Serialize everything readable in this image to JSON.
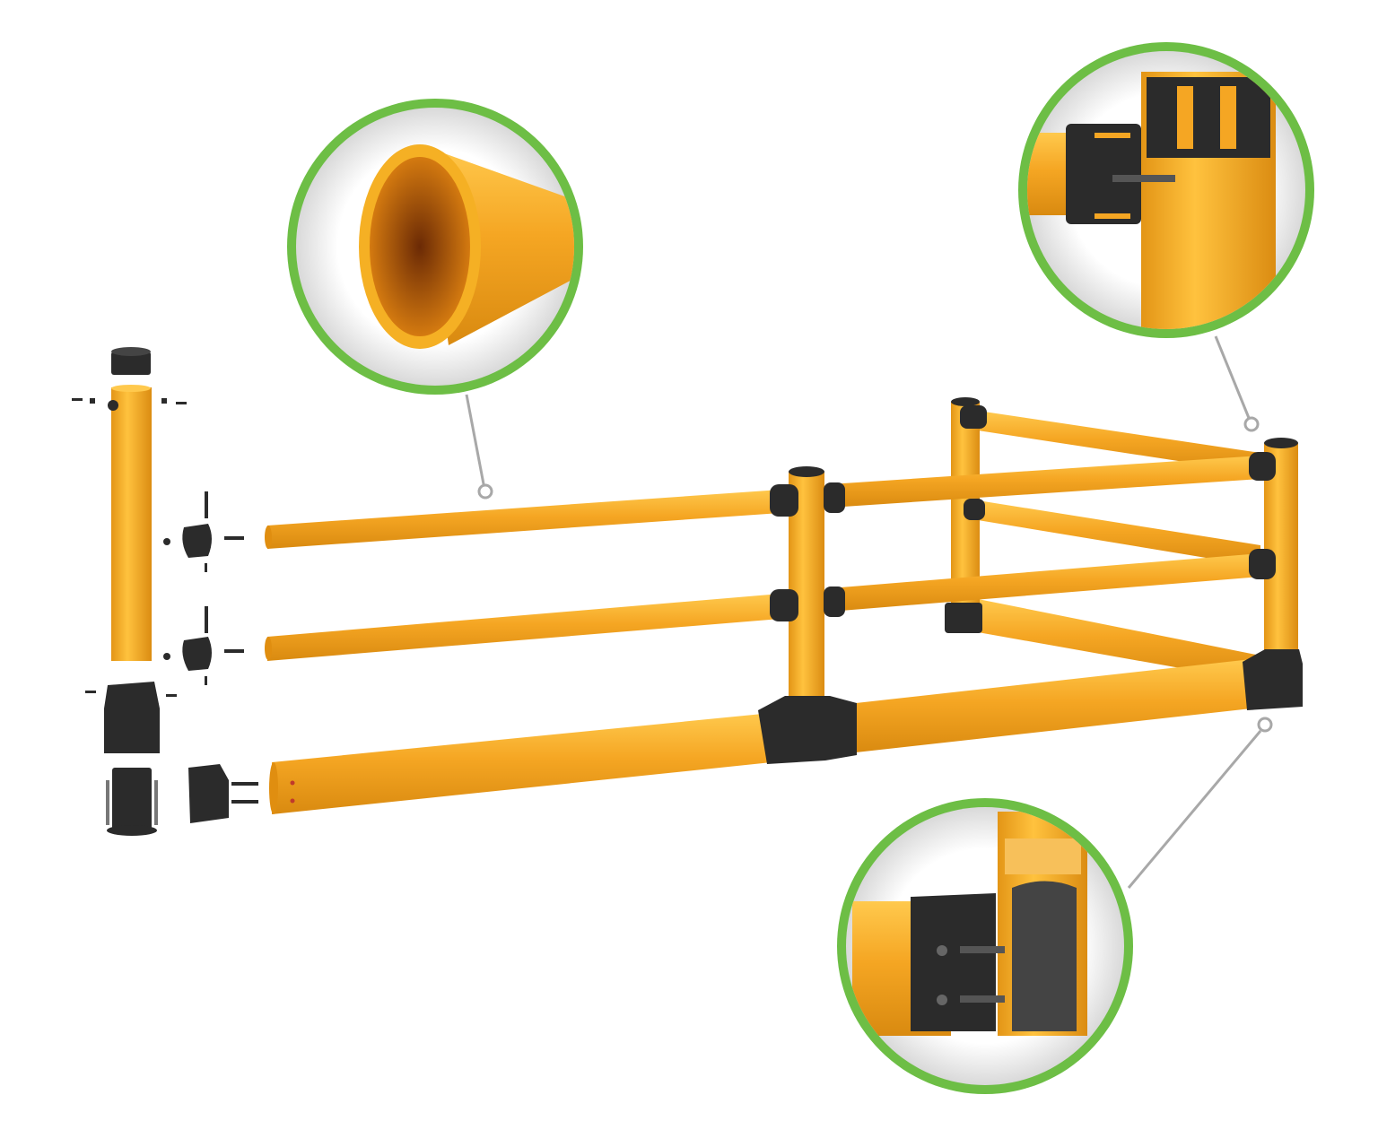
{
  "diagram": {
    "kind": "exploded-product-illustration",
    "colors": {
      "tube": "#F5A623",
      "tube_shade": "#D98A10",
      "tube_highlight": "#FFC94D",
      "fitting": "#2B2B2B",
      "callout_ring": "#6DBE45",
      "leader_line": "#A8A8A8",
      "background": "#FFFFFF"
    },
    "callouts": [
      {
        "id": "tube-end-detail",
        "icon": "tube-cross-section"
      },
      {
        "id": "corner-fitting-detail",
        "icon": "clamp-fitting"
      },
      {
        "id": "base-fitting-detail",
        "icon": "base-clamp"
      }
    ]
  }
}
